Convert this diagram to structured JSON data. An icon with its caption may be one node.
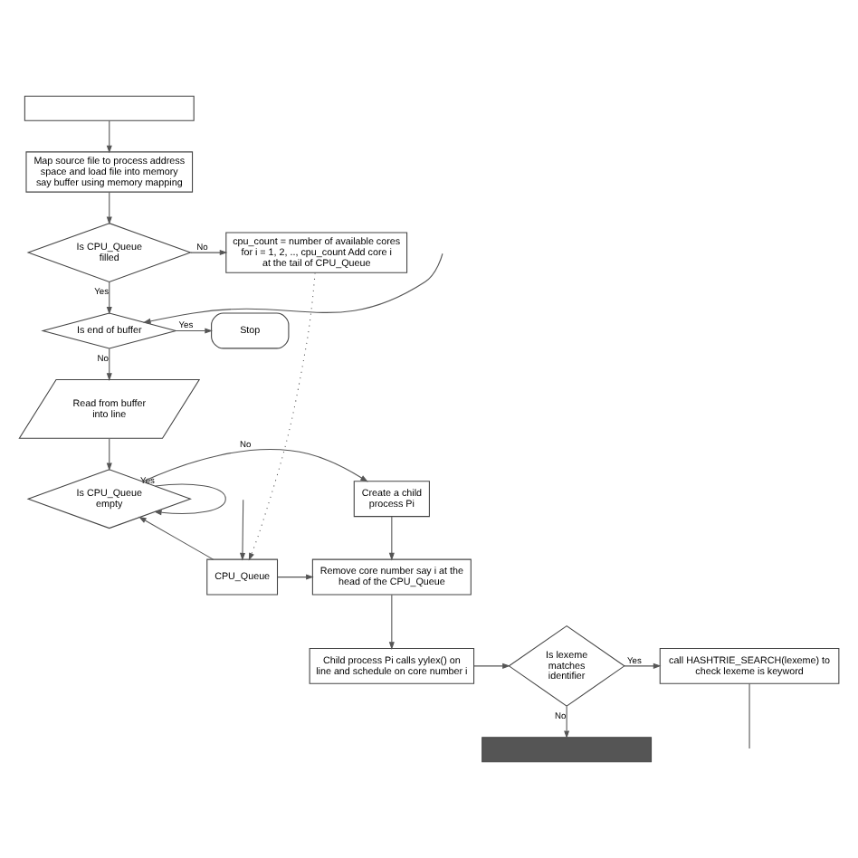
{
  "diagram": {
    "nodes": [
      {
        "text": [],
        "shape": "box"
      },
      {
        "text": [
          "Map source file to process address space and load file into memory say buffer using memory mapping"
        ]
      },
      {
        "text": [
          "Is CPU_Queue filled"
        ]
      },
      {
        "text": [
          "cpu_count = number of available cores for i = 1, 2, .., cpu_count Add core i at the tail of CPU_Queue"
        ]
      },
      {
        "text": [
          "Is end of buffer"
        ]
      },
      {
        "text": [
          "Stop"
        ]
      },
      {
        "text": [
          "Read from buffer into line"
        ]
      },
      {
        "text": [
          "Is CPU_Queue empty"
        ]
      },
      {
        "text": [
          "Create a child process Pi"
        ]
      },
      {
        "text": [
          "Remove core number say i at the head of the CPU_Queue"
        ]
      },
      {
        "text": [
          "CPU_Queue"
        ]
      },
      {
        "text": [
          "Child process Pi calls yylex() on line and schedule on core number i"
        ]
      },
      {
        "text": [
          "Is lexeme matches identifier"
        ]
      },
      {
        "text": [
          "call HASHTRIE_SEARCH(lexeme) to check lexeme is keyword"
        ]
      },
      {
        "text": [],
        "shape": "box"
      }
    ],
    "edges": [
      {
        "from": 0,
        "to": 1,
        "arrow": "to"
      },
      {
        "from": 1,
        "to": 2,
        "arrow": "to"
      },
      {
        "from": 2,
        "to": 3,
        "label": "No",
        "arrow": "to"
      },
      {
        "from": 2,
        "to": 4,
        "label": "Yes",
        "arrow": "to"
      },
      {
        "from": 4,
        "to": 5,
        "label": "Yes",
        "arrow": "to"
      },
      {
        "from": 4,
        "to": 6,
        "label": "No",
        "arrow": "to"
      },
      {
        "from": 6,
        "to": 7,
        "arrow": "to"
      },
      {
        "from": 7,
        "to": 7,
        "label": "Yes",
        "arrow": "to"
      },
      {
        "from": 7,
        "to": 8,
        "label": "No",
        "arrow": "to"
      },
      {
        "from": 3,
        "to": 10,
        "arrow": "to",
        "style": "dashed"
      },
      {
        "from": 10,
        "to": 7,
        "arrow": "to"
      },
      {
        "from": 8,
        "to": 9,
        "arrow": "to"
      },
      {
        "from": 10,
        "to": 9,
        "arrow": "to"
      },
      {
        "from": 9,
        "to": 11,
        "arrow": "to"
      },
      {
        "from": 11,
        "to": 12,
        "arrow": "to"
      },
      {
        "from": 12,
        "to": 13,
        "label": "Yes",
        "arrow": "to"
      },
      {
        "from": 12,
        "to": 14,
        "label": "No",
        "arrow": "to"
      },
      {
        "from": 13,
        "to": null,
        "arrow": "none"
      },
      {
        "from": null,
        "to": 10,
        "arrow": "to"
      },
      {
        "from": null,
        "to": 4,
        "arrow": "to"
      }
    ]
  }
}
